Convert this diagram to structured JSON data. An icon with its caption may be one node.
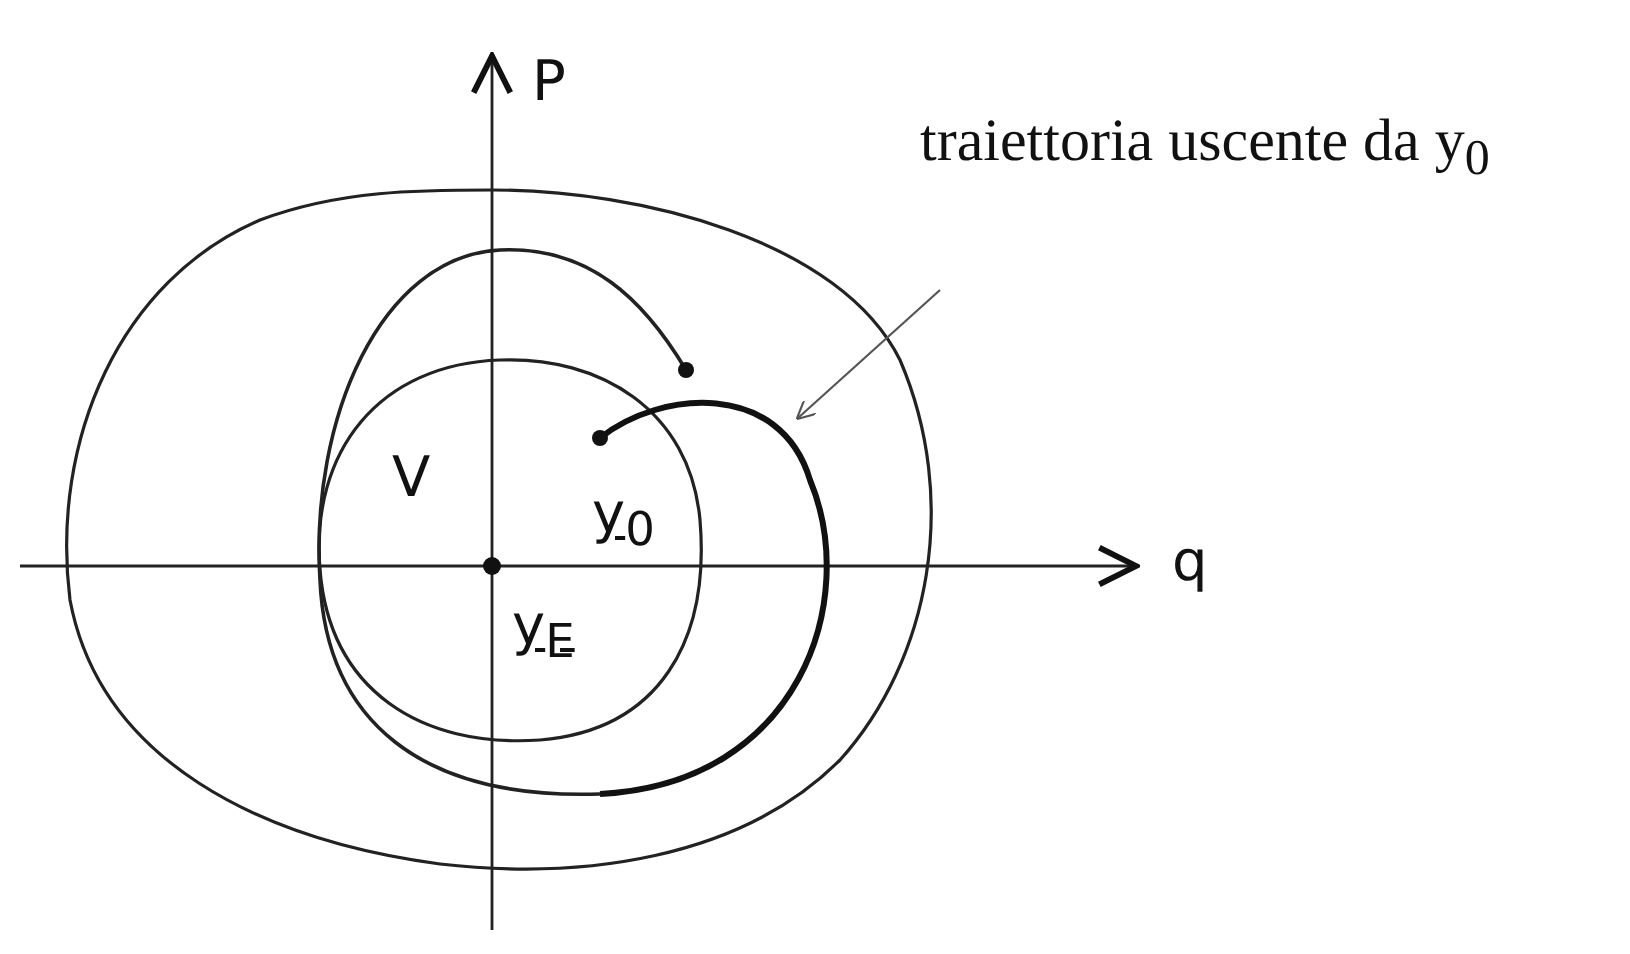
{
  "diagram": {
    "nodes": [
      {
        "text": [
          "traiettoria uscente da y$_{0}$"
        ]
      },
      {
        "text": [],
        "shape": "curve"
      }
    ],
    "edges": [
      {
        "from": 0,
        "to": 1,
        "arrow": "to"
      }
    ],
    "labels": [
      "P",
      "q",
      "V",
      "y$_{0}$",
      "y$_{E}$"
    ]
  }
}
